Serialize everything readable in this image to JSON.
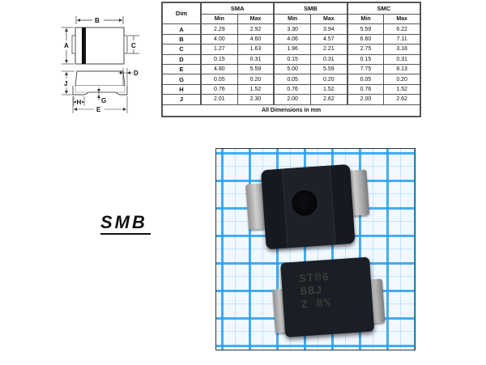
{
  "drawing": {
    "labels": {
      "A": "A",
      "B": "B",
      "C": "C",
      "D": "D",
      "E": "E",
      "G": "G",
      "H": "H",
      "J": "J"
    }
  },
  "table": {
    "dim_header": "Dim",
    "packages": [
      "SMA",
      "SMB",
      "SMC"
    ],
    "sub_headers": [
      "Min",
      "Max"
    ],
    "rows": [
      {
        "dim": "A",
        "values": [
          "2.29",
          "2.92",
          "3.30",
          "3.94",
          "5.59",
          "6.22"
        ]
      },
      {
        "dim": "B",
        "values": [
          "4.00",
          "4.60",
          "4.06",
          "4.57",
          "6.60",
          "7.11"
        ]
      },
      {
        "dim": "C",
        "values": [
          "1.27",
          "1.63",
          "1.96",
          "2.21",
          "2.75",
          "3.18"
        ]
      },
      {
        "dim": "D",
        "values": [
          "0.15",
          "0.31",
          "0.15",
          "0.31",
          "0.15",
          "0.31"
        ]
      },
      {
        "dim": "E",
        "values": [
          "4.80",
          "5.59",
          "5.00",
          "5.59",
          "7.75",
          "8.13"
        ]
      },
      {
        "dim": "G",
        "values": [
          "0.05",
          "0.20",
          "0.05",
          "0.20",
          "0.05",
          "0.20"
        ]
      },
      {
        "dim": "H",
        "values": [
          "0.76",
          "1.52",
          "0.76",
          "1.52",
          "0.76",
          "1.52"
        ]
      },
      {
        "dim": "J",
        "values": [
          "2.01",
          "2.30",
          "2.00",
          "2.62",
          "2.00",
          "2.62"
        ]
      }
    ],
    "footer": "All Dimensions in mm"
  },
  "package_label": "SMB",
  "photo": {
    "marking_lines": [
      "ST®6",
      "BBJ",
      "Z 8%"
    ],
    "colors": {
      "grid": "#28a0f0",
      "paper": "#f2f8ff",
      "body": "#161a20",
      "lead": "#bdbdbd"
    }
  }
}
